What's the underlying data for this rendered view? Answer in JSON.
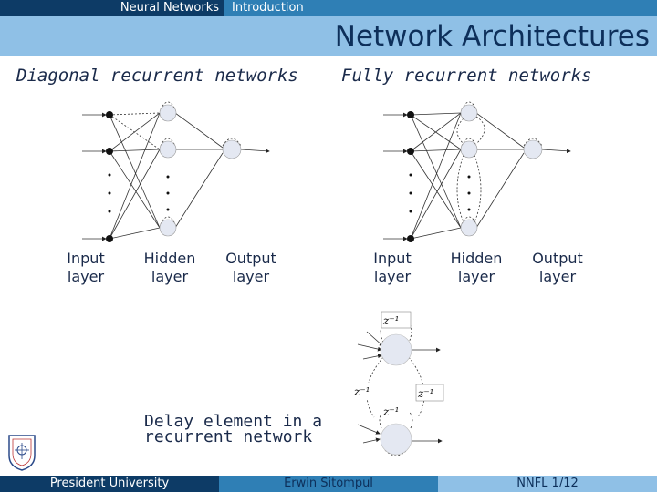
{
  "header": {
    "section": "Neural Networks",
    "subsection": "Introduction",
    "title": "Network Architectures"
  },
  "left_panel": {
    "heading": "Diagonal recurrent networks",
    "labels": {
      "input": "Input\nlayer",
      "hidden": "Hidden\nlayer",
      "output": "Output\nlayer"
    }
  },
  "right_panel": {
    "heading": "Fully recurrent networks",
    "labels": {
      "input": "Input\nlayer",
      "hidden": "Hidden\nlayer",
      "output": "Output\nlayer"
    }
  },
  "delay": {
    "caption_line1": "Delay element in a",
    "caption_line2": "recurrent network",
    "symbols": [
      "z⁻¹",
      "z⁻¹",
      "z⁻¹",
      "z⁻¹"
    ]
  },
  "footer": {
    "left": "President University",
    "center": "Erwin Sitompul",
    "right": "NNFL 1/12"
  },
  "colors": {
    "dark_blue": "#0d3b66",
    "mid_blue": "#2f7fb5",
    "light_blue": "#8fc0e6"
  }
}
